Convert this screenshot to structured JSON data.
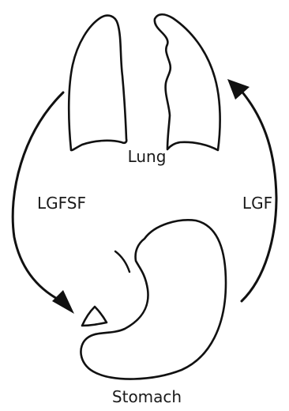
{
  "labels": {
    "lung": "Lung",
    "stomach": "Stomach",
    "left_arrow": "LGFSF",
    "right_arrow": "LGF"
  },
  "colors": {
    "stroke": "#111111",
    "text": "#1a1a1a",
    "background": "#ffffff"
  }
}
